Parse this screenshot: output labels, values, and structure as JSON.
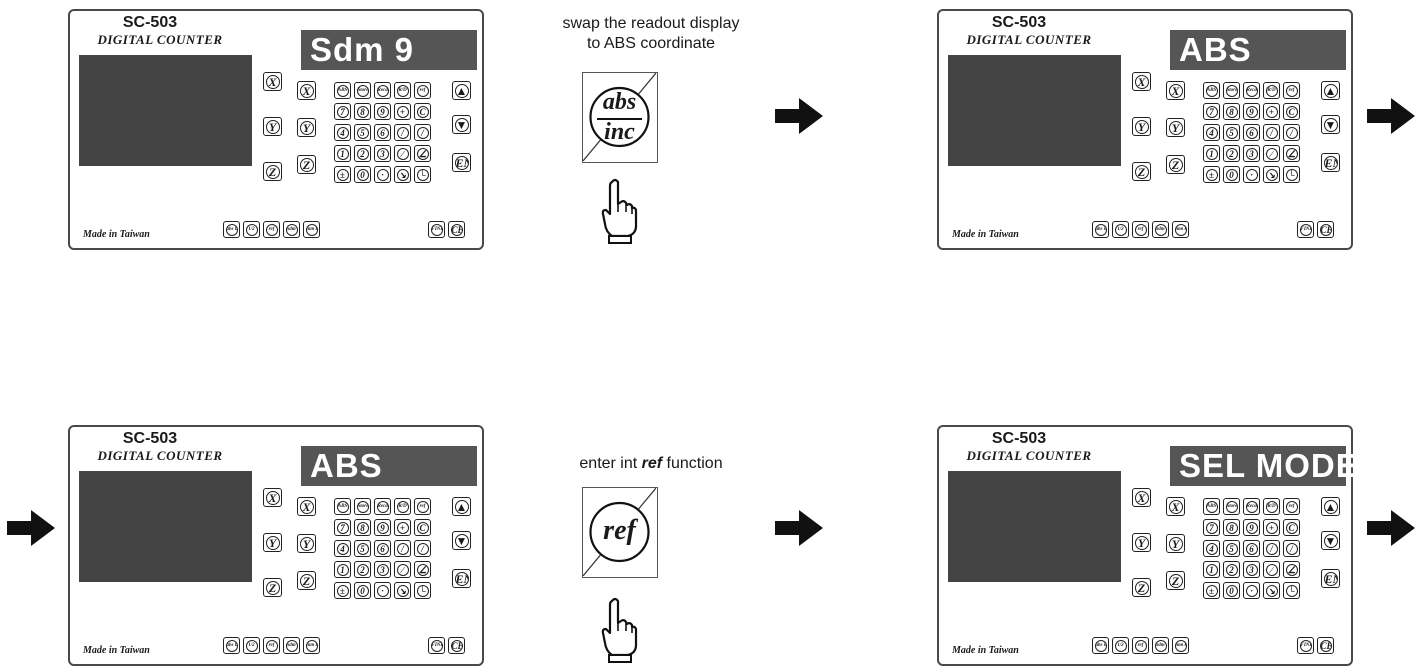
{
  "device": {
    "model": "SC-503",
    "brand": "DIGITAL COUNTER",
    "made_in": "Made in Taiwan",
    "axis_keys": [
      "X",
      "Y",
      "Z"
    ],
    "keypad_rows": [
      [
        "ABS",
        "Store",
        "Recall",
        "R/D",
        "ref"
      ],
      [
        "7",
        "8",
        "9",
        "+",
        "C"
      ],
      [
        "4",
        "5",
        "6",
        "/",
        "/"
      ],
      [
        "1",
        "2",
        "3",
        "∕",
        "∠"
      ],
      [
        "±",
        "0",
        "·",
        "↘",
        "└"
      ]
    ],
    "side_keys": [
      "▲",
      "▼",
      "ENT"
    ],
    "bottom_keys": [
      "abs inc",
      "1/2",
      "ref",
      "sdm",
      "mm inch"
    ],
    "bottom_right_keys": [
      "FINISH",
      "CE"
    ]
  },
  "panels": [
    {
      "id": "top-left",
      "display": "Sdm 9"
    },
    {
      "id": "top-right",
      "display": "ABS"
    },
    {
      "id": "bottom-left",
      "display": "ABS"
    },
    {
      "id": "bottom-right",
      "display": "SEL MODE"
    }
  ],
  "steps": [
    {
      "caption_line1": "swap the readout display",
      "caption_line2": "to ABS coordinate",
      "key_top": "abs",
      "key_bottom": "inc"
    },
    {
      "caption_prefix": "enter int ",
      "caption_bold": "ref",
      "caption_suffix": " function",
      "key_label": "ref"
    }
  ],
  "icons": {
    "arrow": "right-arrow-icon",
    "hand": "pointing-hand-icon"
  }
}
